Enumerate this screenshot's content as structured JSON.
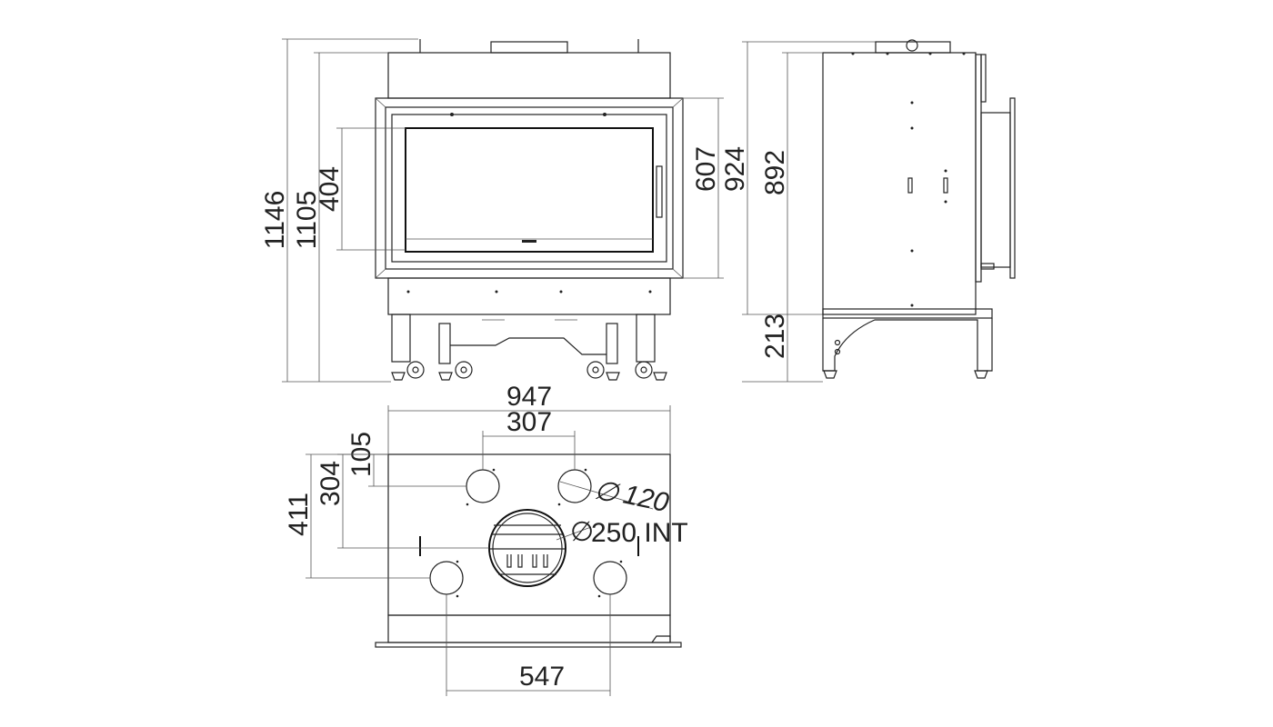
{
  "front_view": {
    "dimensions": {
      "overall_height": "1146",
      "body_height": "1105",
      "glass_height": "404",
      "frame_height": "607",
      "body_height_upper": "924"
    }
  },
  "side_view": {
    "dimensions": {
      "body_height": "892",
      "legs_height": "213"
    }
  },
  "top_view": {
    "dimensions": {
      "overall_width": "947",
      "rear_outlets_spacing": "307",
      "rear_outlets_offset": "105",
      "center_outlet_offset": "304",
      "front_outlets_offset": "411",
      "outlet_diameter": "120",
      "main_outlet": "250 INT",
      "front_outlets_spacing": "547"
    },
    "diameter_symbol": "∅"
  }
}
